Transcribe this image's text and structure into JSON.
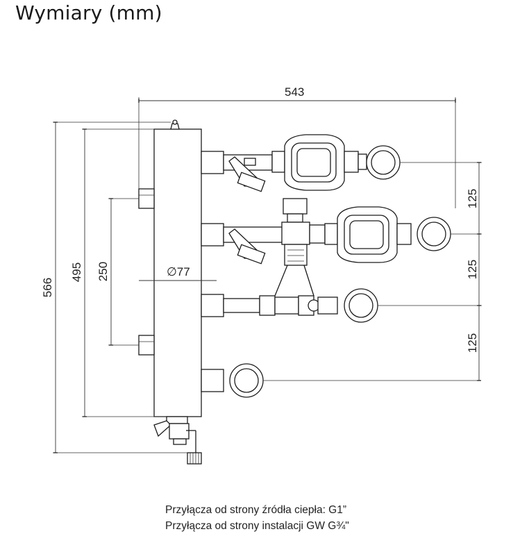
{
  "title": "Wymiary (mm)",
  "dimensions": {
    "width_total": "543",
    "height_total": "566",
    "height_body": "495",
    "nozzle_spacing": "250",
    "diameter": "∅77",
    "outlet_spacing_1": "125",
    "outlet_spacing_2": "125",
    "outlet_spacing_3": "125"
  },
  "captions": {
    "line1": "Przyłącza od strony źródła ciepła: G1”",
    "line2": "Przyłącza od strony instalacji GW G¾\""
  }
}
